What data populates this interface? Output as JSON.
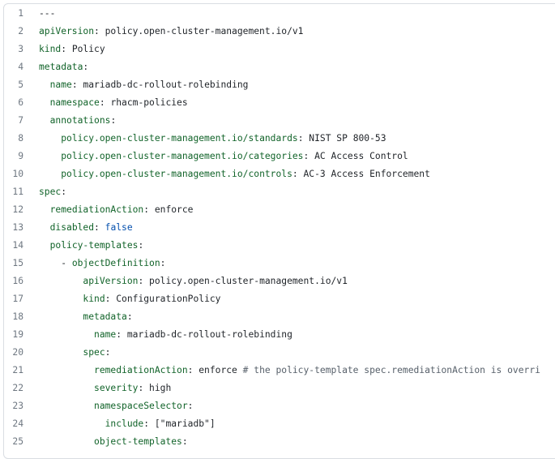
{
  "code_view": {
    "lines": [
      {
        "num": "1",
        "indent": "",
        "key": "",
        "sep": "",
        "value": "---",
        "comment": ""
      },
      {
        "num": "2",
        "indent": "",
        "key": "apiVersion",
        "sep": ": ",
        "value": "policy.open-cluster-management.io/v1",
        "comment": ""
      },
      {
        "num": "3",
        "indent": "",
        "key": "kind",
        "sep": ": ",
        "value": "Policy",
        "comment": ""
      },
      {
        "num": "4",
        "indent": "",
        "key": "metadata",
        "sep": ":",
        "value": "",
        "comment": ""
      },
      {
        "num": "5",
        "indent": "  ",
        "key": "name",
        "sep": ": ",
        "value": "mariadb-dc-rollout-rolebinding",
        "comment": ""
      },
      {
        "num": "6",
        "indent": "  ",
        "key": "namespace",
        "sep": ": ",
        "value": "rhacm-policies",
        "comment": ""
      },
      {
        "num": "7",
        "indent": "  ",
        "key": "annotations",
        "sep": ":",
        "value": "",
        "comment": ""
      },
      {
        "num": "8",
        "indent": "    ",
        "key": "policy.open-cluster-management.io/standards",
        "sep": ": ",
        "value": "NIST SP 800-53",
        "comment": ""
      },
      {
        "num": "9",
        "indent": "    ",
        "key": "policy.open-cluster-management.io/categories",
        "sep": ": ",
        "value": "AC Access Control",
        "comment": ""
      },
      {
        "num": "10",
        "indent": "    ",
        "key": "policy.open-cluster-management.io/controls",
        "sep": ": ",
        "value": "AC-3 Access Enforcement",
        "comment": ""
      },
      {
        "num": "11",
        "indent": "",
        "key": "spec",
        "sep": ":",
        "value": "",
        "comment": ""
      },
      {
        "num": "12",
        "indent": "  ",
        "key": "remediationAction",
        "sep": ": ",
        "value": "enforce",
        "comment": ""
      },
      {
        "num": "13",
        "indent": "  ",
        "key": "disabled",
        "sep": ": ",
        "value": "false",
        "comment": ""
      },
      {
        "num": "14",
        "indent": "  ",
        "key": "policy-templates",
        "sep": ":",
        "value": "",
        "comment": ""
      },
      {
        "num": "15",
        "indent": "    - ",
        "key": "objectDefinition",
        "sep": ":",
        "value": "",
        "comment": ""
      },
      {
        "num": "16",
        "indent": "        ",
        "key": "apiVersion",
        "sep": ": ",
        "value": "policy.open-cluster-management.io/v1",
        "comment": ""
      },
      {
        "num": "17",
        "indent": "        ",
        "key": "kind",
        "sep": ": ",
        "value": "ConfigurationPolicy",
        "comment": ""
      },
      {
        "num": "18",
        "indent": "        ",
        "key": "metadata",
        "sep": ":",
        "value": "",
        "comment": ""
      },
      {
        "num": "19",
        "indent": "          ",
        "key": "name",
        "sep": ": ",
        "value": "mariadb-dc-rollout-rolebinding",
        "comment": ""
      },
      {
        "num": "20",
        "indent": "        ",
        "key": "spec",
        "sep": ":",
        "value": "",
        "comment": ""
      },
      {
        "num": "21",
        "indent": "          ",
        "key": "remediationAction",
        "sep": ": ",
        "value": "enforce",
        "comment": " # the policy-template spec.remediationAction is overri"
      },
      {
        "num": "22",
        "indent": "          ",
        "key": "severity",
        "sep": ": ",
        "value": "high",
        "comment": ""
      },
      {
        "num": "23",
        "indent": "          ",
        "key": "namespaceSelector",
        "sep": ":",
        "value": "",
        "comment": ""
      },
      {
        "num": "24",
        "indent": "            ",
        "key": "include",
        "sep": ": ",
        "value": "[\"mariadb\"]",
        "comment": ""
      },
      {
        "num": "25",
        "indent": "          ",
        "key": "object-templates",
        "sep": ":",
        "value": "",
        "comment": ""
      }
    ]
  },
  "colors": {
    "key": "#116329",
    "value": "#1f2328",
    "line_number": "#6e7781",
    "comment": "#57606a",
    "boolean": "#0550ae",
    "border": "#d9dde2"
  }
}
